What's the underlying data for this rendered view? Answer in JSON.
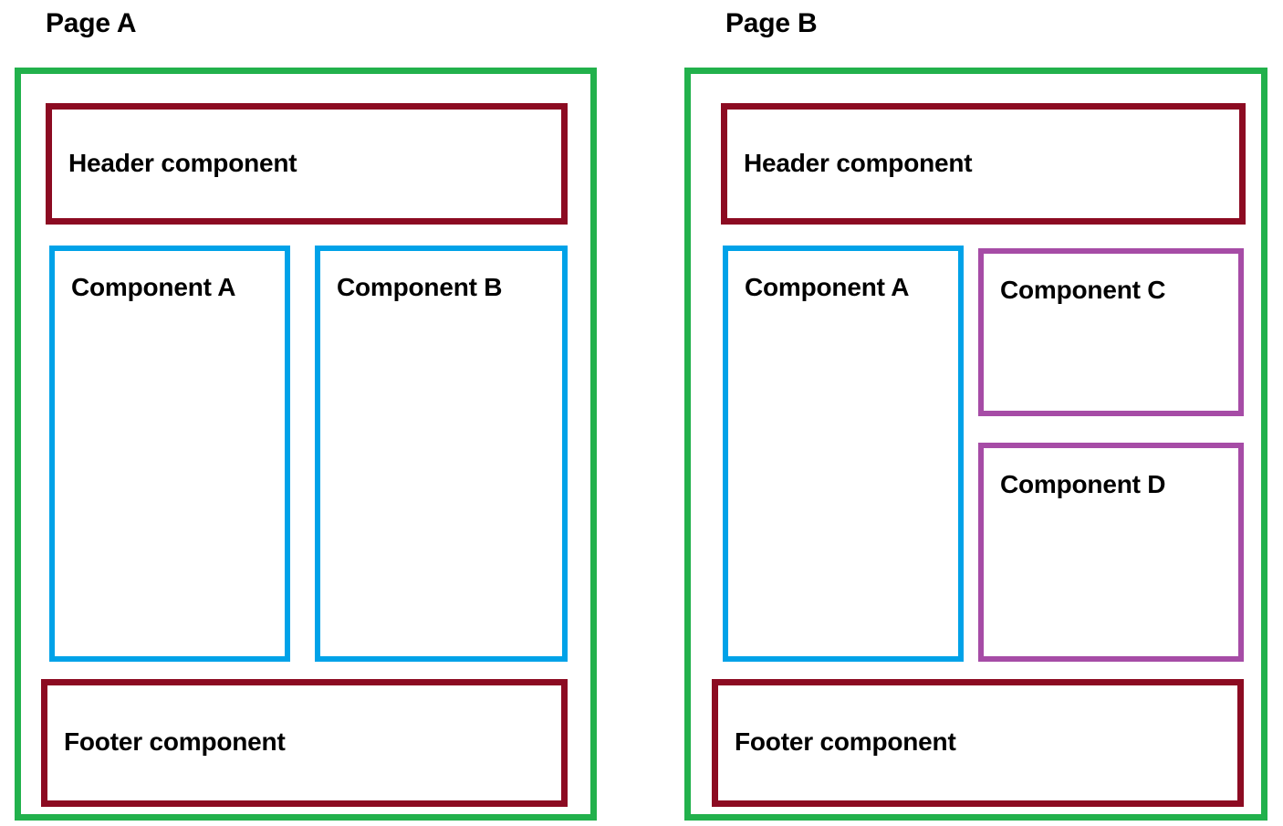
{
  "diagram": {
    "type": "layout-wireframe",
    "background_color": "#ffffff",
    "colors": {
      "page_frame_green": "#22b14c",
      "header_footer_maroon": "#8c0b22",
      "component_blue": "#00a2e8",
      "component_purple": "#a64ca6",
      "text_black": "#000000"
    },
    "pages": [
      {
        "id": "page-a",
        "title": "Page A",
        "frame_color": "#22b14c",
        "regions": [
          {
            "id": "header",
            "label": "Header component",
            "color": "#8c0b22",
            "role": "header"
          },
          {
            "id": "component-a",
            "label": "Component A",
            "color": "#00a2e8",
            "role": "content"
          },
          {
            "id": "component-b",
            "label": "Component B",
            "color": "#00a2e8",
            "role": "content"
          },
          {
            "id": "footer",
            "label": "Footer component",
            "color": "#8c0b22",
            "role": "footer"
          }
        ]
      },
      {
        "id": "page-b",
        "title": "Page B",
        "frame_color": "#22b14c",
        "regions": [
          {
            "id": "header",
            "label": "Header component",
            "color": "#8c0b22",
            "role": "header"
          },
          {
            "id": "component-a",
            "label": "Component A",
            "color": "#00a2e8",
            "role": "content"
          },
          {
            "id": "component-c",
            "label": "Component C",
            "color": "#a64ca6",
            "role": "content"
          },
          {
            "id": "component-d",
            "label": "Component D",
            "color": "#a64ca6",
            "role": "content"
          },
          {
            "id": "footer",
            "label": "Footer component",
            "color": "#8c0b22",
            "role": "footer"
          }
        ]
      }
    ]
  }
}
